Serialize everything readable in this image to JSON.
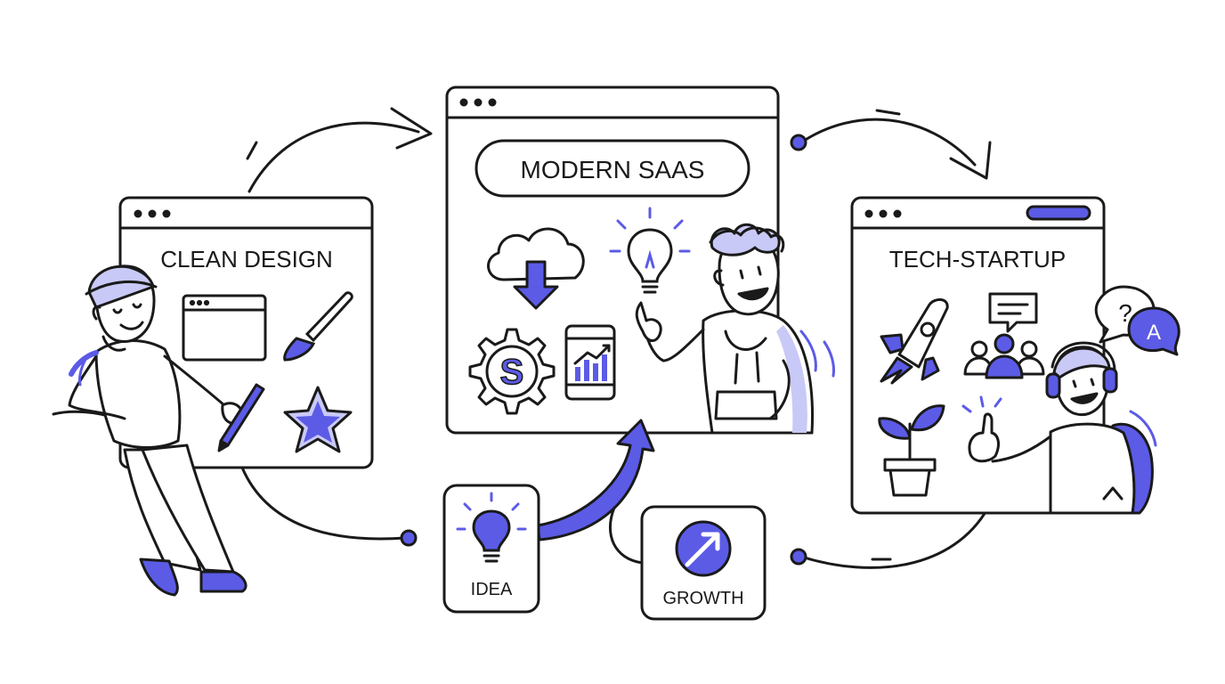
{
  "colors": {
    "ink": "#1a1a1a",
    "accent": "#5b5be6",
    "accent_light": "#c9c9f7",
    "skin": "#ffffff",
    "background": "#ffffff"
  },
  "panels": {
    "clean_design": {
      "title": "CLEAN DESIGN",
      "icons": [
        "browser-window-icon",
        "paintbrush-icon",
        "star-icon"
      ]
    },
    "modern_saas": {
      "title": "MODERN SAAS",
      "icons": [
        "cloud-download-icon",
        "lightbulb-icon",
        "saas-gear-icon",
        "mobile-chart-icon"
      ],
      "gear_letter": "S"
    },
    "tech_startup": {
      "title": "TECH-STARTUP",
      "icons": [
        "rocket-icon",
        "team-chat-icon",
        "plant-pot-icon"
      ]
    }
  },
  "cards": {
    "idea": {
      "label": "IDEA",
      "icon": "lightbulb-icon"
    },
    "growth": {
      "label": "GROWTH",
      "icon": "growth-arrow-icon"
    }
  },
  "speech": {
    "question": "?",
    "answer": "A"
  }
}
